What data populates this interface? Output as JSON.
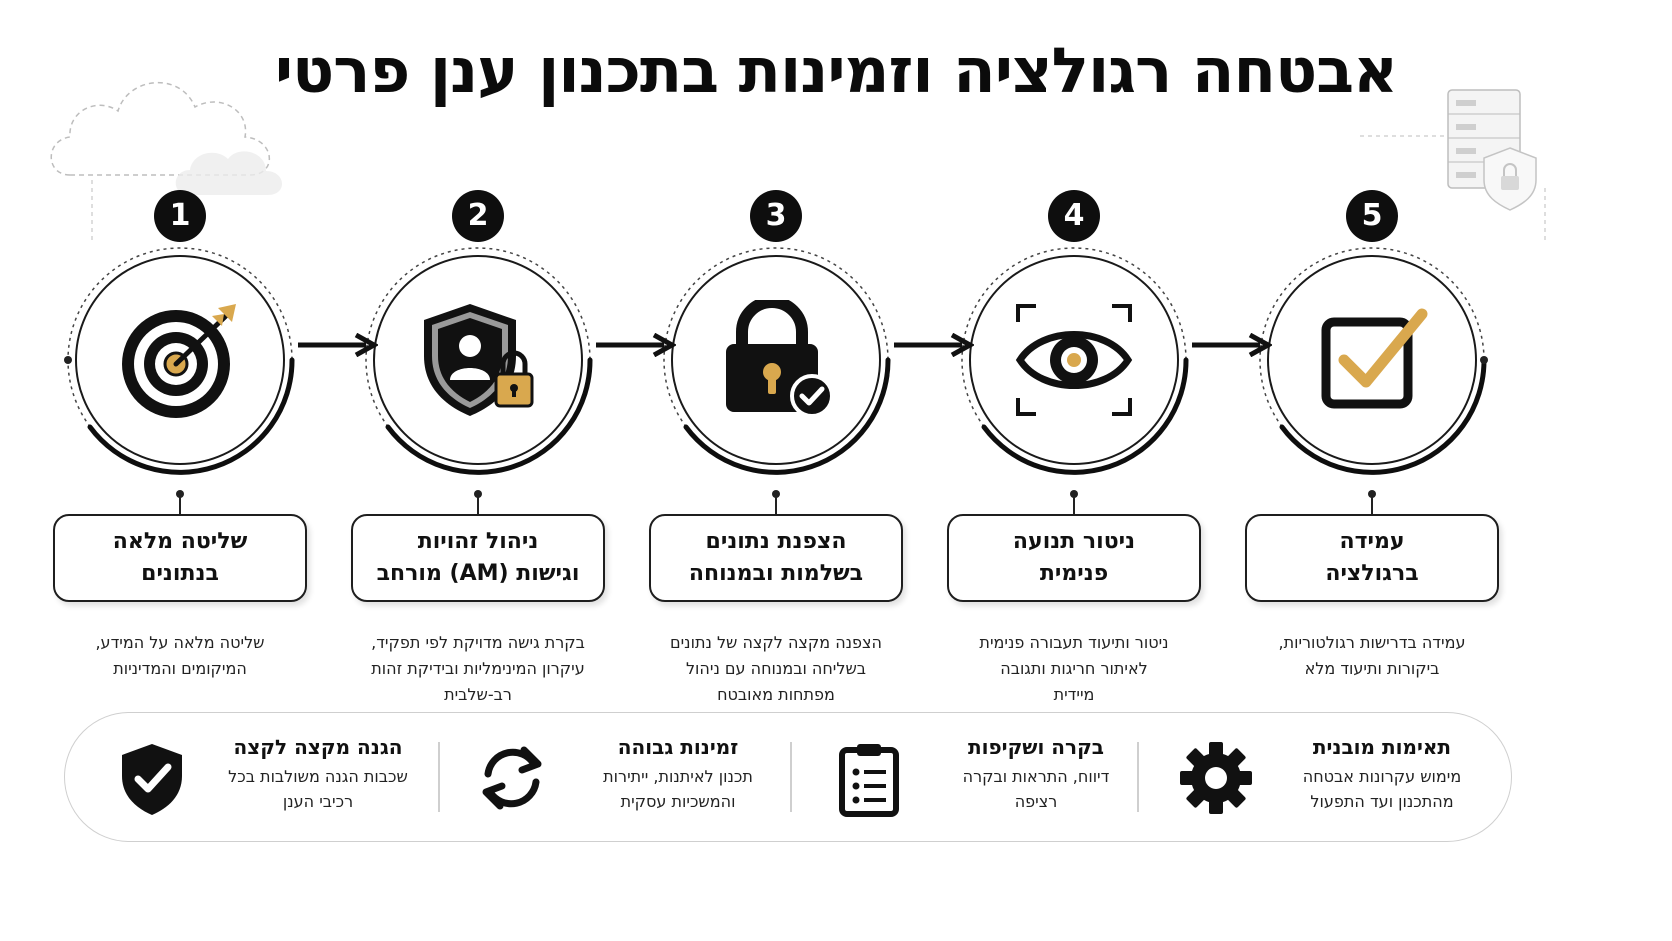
{
  "title": "אבטחה רגולציה וזמינות בתכנון ענן פרטי",
  "colors": {
    "accent": "#d9a84e",
    "ink": "#0e0e0e",
    "border": "#cfcfcf"
  },
  "steps": [
    {
      "number": "5",
      "icon": "checkbox-check-icon",
      "label": [
        "עמידה",
        "ברגולציה"
      ],
      "desc": [
        "עמידה בדרישות רגולטוריות,",
        "ביקורות ותיעוד מלא"
      ]
    },
    {
      "number": "4",
      "icon": "eye-focus-icon",
      "label": [
        "ניטור תנועה",
        "פנימית"
      ],
      "desc": [
        "ניטור ותיעוד תעבורה פנימית",
        "לאיתור חריגות ותגובה",
        "מיידית"
      ]
    },
    {
      "number": "3",
      "icon": "padlock-check-icon",
      "label": [
        "הצפנת נתונים",
        "בשלמות ובמנוחה"
      ],
      "desc": [
        "הצפנה מקצה לקצה של נתונים",
        "בשליחה ובמנוחה עם ניהול",
        "מפתחות מאובטח"
      ]
    },
    {
      "number": "2",
      "icon": "shield-user-lock-icon",
      "label": [
        "ניהול זהויות",
        "וגישות (AM) מורחב"
      ],
      "desc": [
        "בקרת גישה מדויקת לפי תפקיד,",
        "עיקרון המינימליות ובידיקת זהות",
        "רב-שלבית"
      ]
    },
    {
      "number": "1",
      "icon": "target-arrow-icon",
      "label": [
        "שליטה מלאה",
        "בנתונים"
      ],
      "desc": [
        "שליטה מלאה על המידע,",
        "המיקומים והמדיניות"
      ]
    }
  ],
  "features": [
    {
      "icon": "gear-icon",
      "title": "תאימות מובנית",
      "desc": [
        "מימוש עקרונות אבטחה",
        "מהתכנון ועד התפעול"
      ]
    },
    {
      "icon": "clipboard-list-icon",
      "title": "בקרה ושקיפות",
      "desc": [
        "דיווח, התראות ובקרה",
        "רציפה"
      ]
    },
    {
      "icon": "refresh-cycle-icon",
      "title": "זמינות גבוהה",
      "desc": [
        "תכנון לאיתנות, ייתירות",
        "והמשכיות עסקית"
      ]
    },
    {
      "icon": "shield-check-icon",
      "title": "הגנה מקצה לקצה",
      "desc": [
        "שכבות הגנה משולבות בכל",
        "רכיבי הענן"
      ]
    }
  ]
}
